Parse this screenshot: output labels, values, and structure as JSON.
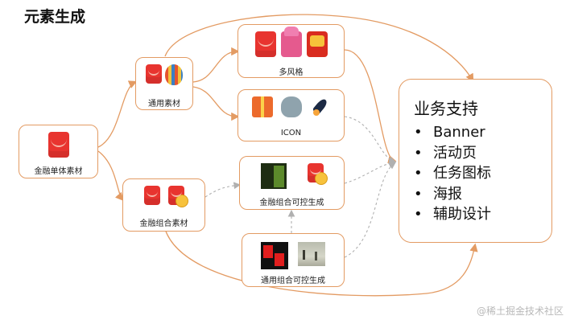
{
  "title": "元素生成",
  "nodes": {
    "finance_single": {
      "label": "金融单体素材",
      "icons": [
        "red-envelope-icon"
      ]
    },
    "general": {
      "label": "通用素材",
      "icons": [
        "red-envelope-icon",
        "hot-air-balloon-icon"
      ]
    },
    "finance_combo": {
      "label": "金融组合素材",
      "icons": [
        "red-envelope-icon",
        "red-envelope-coin-icon"
      ]
    },
    "styles": {
      "label": "多风格",
      "icons": [
        "red-envelope-icon",
        "pink-envelope-icon",
        "face-envelope-icon"
      ]
    },
    "icon": {
      "label": "ICON",
      "icons": [
        "gift-box-icon",
        "rhino-icon",
        "rocket-icon"
      ]
    },
    "finance_controllable": {
      "label": "金融组合可控生成",
      "icons": [
        "green-layout-icon",
        "red-envelope-coin-icon"
      ]
    },
    "general_controllable": {
      "label": "通用组合可控生成",
      "icons": [
        "red-layout-icon",
        "figures-photo-icon"
      ]
    }
  },
  "support": {
    "title": "业务支持",
    "bullet": "•",
    "items": [
      "Banner",
      "活动页",
      "任务图标",
      "海报",
      "辅助设计"
    ]
  },
  "colors": {
    "arrow": "#e39b63",
    "dashed_arrow": "#b0b0b0",
    "box_border": "#e39b63"
  },
  "watermark": "@稀土掘金技术社区"
}
